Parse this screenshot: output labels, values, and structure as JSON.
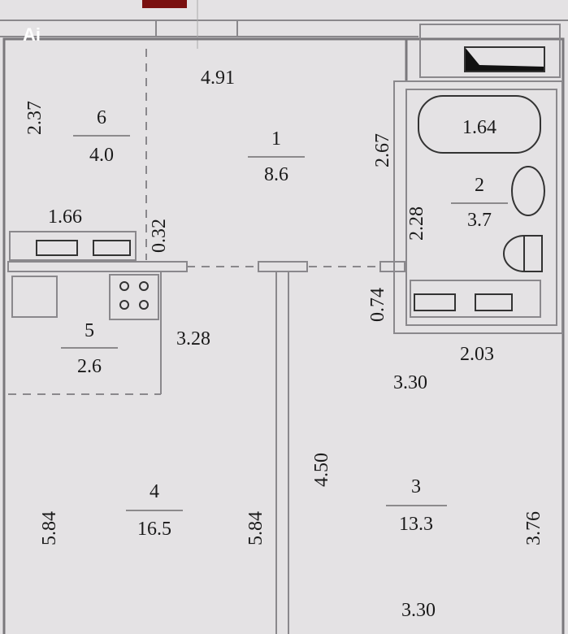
{
  "watermark": "Ai",
  "rooms": [
    {
      "number": "1",
      "area": "8.6"
    },
    {
      "number": "2",
      "area": "3.7"
    },
    {
      "number": "3",
      "area": "13.3"
    },
    {
      "number": "4",
      "area": "16.5"
    },
    {
      "number": "5",
      "area": "2.6"
    },
    {
      "number": "6",
      "area": "4.0"
    }
  ],
  "dimensions": {
    "top_4_91": "4.91",
    "room6_2_37": "2.37",
    "room1_2_67": "2.67",
    "bath_1_64": "1.64",
    "bath_2_28": "2.28",
    "kitchen_1_66": "1.66",
    "wall_0_32": "0.32",
    "wall_0_74": "0.74",
    "kitchen_3_28": "3.28",
    "bath_2_03": "2.03",
    "room3_3_30_top": "3.30",
    "room3_4_50": "4.50",
    "room4_5_84_left": "5.84",
    "room4_5_84_right": "5.84",
    "room3_3_76": "3.76",
    "room3_3_30_bottom": "3.30"
  }
}
